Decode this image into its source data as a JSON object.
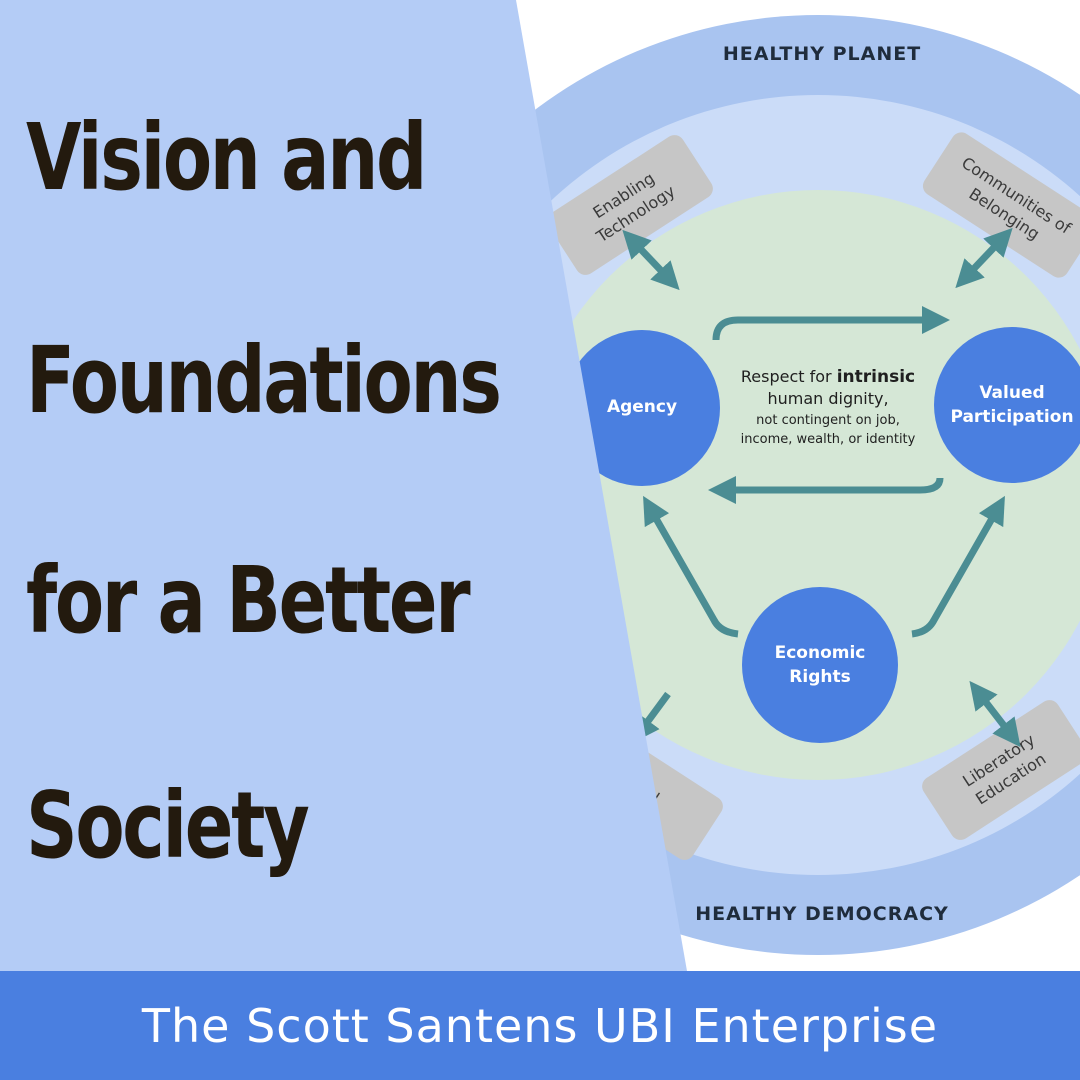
{
  "headline": {
    "line1": "Vision and",
    "line2": "Foundations",
    "line3": "for a Better",
    "line4": "Society"
  },
  "footer": {
    "text": "The Scott Santens UBI Enterprise"
  },
  "diagram": {
    "outer_top_label": "HEALTHY PLANET",
    "outer_bottom_label": "HEALTHY DEMOCRACY",
    "nodes": {
      "agency": "Agency",
      "valued_line1": "Valued",
      "valued_line2": "Participation",
      "economic_line1": "Economic",
      "economic_line2": "Rights"
    },
    "center": {
      "line1_prefix": "Respect for ",
      "line1_bold": "intrinsic",
      "line2": "human dignity,",
      "line3": "not contingent on job,",
      "line4": "income, wealth, or identity"
    },
    "pillars": {
      "enabling_line1": "Enabling",
      "enabling_line2": "Technology",
      "communities_line1": "Communities of",
      "communities_line2": "Belonging",
      "liberatory_line1": "Liberatory",
      "liberatory_line2": "Education",
      "partial_bottom_left": "d"
    },
    "colors": {
      "outer_ring": "#a9c4f0",
      "middle_ring": "#cbdcf8",
      "inner_circle": "#d5e7d6",
      "node_fill": "#4a7fe0",
      "arrow": "#4b8d93",
      "pillar_box": "#c6c6c6",
      "left_panel": "#b4ccf6",
      "footer": "#4a7fe0"
    }
  }
}
